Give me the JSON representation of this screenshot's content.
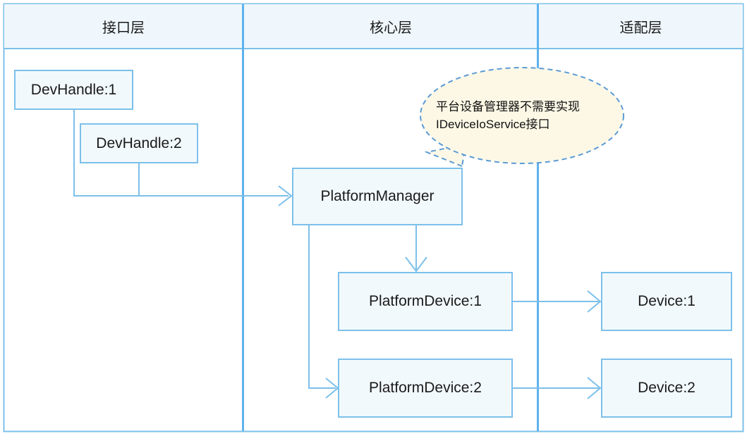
{
  "diagram": {
    "type": "layered-architecture-diagram",
    "colors": {
      "stroke": "#7cc0ea",
      "lane_divider": "#5db3ef",
      "box_fill": "#f2f9fd",
      "header_fill": "#eff7fc",
      "callout_fill": "#fdf8e6",
      "callout_stroke": "#5b9bd5",
      "text": "#1a1a1a",
      "background": "#ffffff"
    },
    "lanes": [
      {
        "id": "interface-layer",
        "label": "接口层"
      },
      {
        "id": "core-layer",
        "label": "核心层"
      },
      {
        "id": "adapter-layer",
        "label": "适配层"
      }
    ],
    "nodes": [
      {
        "id": "devhandle-1",
        "label": "DevHandle:1",
        "lane": "interface-layer"
      },
      {
        "id": "devhandle-2",
        "label": "DevHandle:2",
        "lane": "interface-layer"
      },
      {
        "id": "platform-manager",
        "label": "PlatformManager",
        "lane": "core-layer"
      },
      {
        "id": "platform-device-1",
        "label": "PlatformDevice:1",
        "lane": "core-layer"
      },
      {
        "id": "platform-device-2",
        "label": "PlatformDevice:2",
        "lane": "core-layer"
      },
      {
        "id": "device-1",
        "label": "Device:1",
        "lane": "adapter-layer"
      },
      {
        "id": "device-2",
        "label": "Device:2",
        "lane": "adapter-layer"
      }
    ],
    "callout": {
      "id": "platform-manager-note",
      "text": "平台设备管理器不需要实现IDeviceIoService接口",
      "points_to": "platform-manager"
    },
    "edges": [
      {
        "from": "devhandle-1",
        "to": "platform-manager",
        "arrow": true
      },
      {
        "from": "devhandle-2",
        "to": "platform-manager",
        "arrow": true
      },
      {
        "from": "platform-manager",
        "to": "platform-device-1",
        "arrow": true
      },
      {
        "from": "platform-manager",
        "to": "platform-device-2",
        "arrow": true
      },
      {
        "from": "platform-device-1",
        "to": "device-1",
        "arrow": true
      },
      {
        "from": "platform-device-2",
        "to": "device-2",
        "arrow": true
      }
    ]
  }
}
